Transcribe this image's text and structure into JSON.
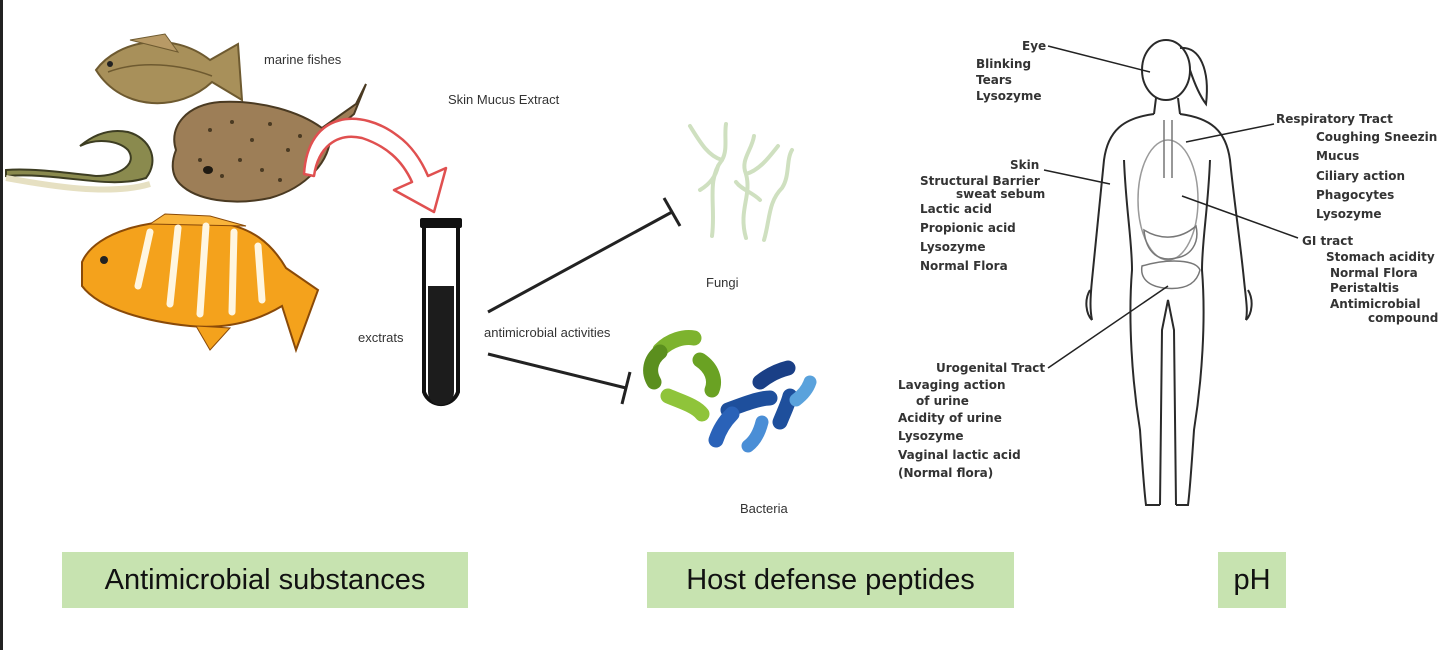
{
  "left_panel": {
    "marine_fishes": "marine fishes",
    "skin_mucus_extract": "Skin Mucus Extract",
    "extracts": "exctrats",
    "antimicrobial_activities": "antimicrobial activities",
    "fungi": "Fungi",
    "bacteria": "Bacteria"
  },
  "body_diagram": {
    "eye": {
      "title": "Eye",
      "items": [
        "Blinking",
        "Tears",
        "Lysozyme"
      ]
    },
    "respiratory": {
      "title": "Respiratory Tract",
      "items": [
        "Coughing Sneezin",
        "Mucus",
        "Ciliary action",
        "Phagocytes",
        "Lysozyme"
      ]
    },
    "skin": {
      "title": "Skin",
      "items": [
        "Structural Barrier",
        "sweat sebum",
        "Lactic acid",
        "Propionic acid",
        "Lysozyme",
        "Normal Flora"
      ]
    },
    "gi": {
      "title": "GI tract",
      "items": [
        "Stomach acidity",
        "Normal Flora",
        "Peristaltis",
        "Antimicrobial",
        "compound"
      ]
    },
    "urogenital": {
      "title": "Urogenital Tract",
      "items": [
        "Lavaging action",
        "of urine",
        "Acidity of urine",
        "Lysozyme",
        "Vaginal lactic acid",
        "(Normal flora)"
      ]
    }
  },
  "captions": {
    "antimicrobial": "Antimicrobial substances",
    "host_defense": "Host defense peptides",
    "ph": "pH"
  },
  "colors": {
    "caption_bg": "#c7e3b0",
    "arrow_outline": "#e05050",
    "fungi": "#cfe0c0",
    "bacteria_green": "#7db32e",
    "bacteria_blue": "#1e4f9c",
    "orange_fish": "#f4a21c"
  }
}
